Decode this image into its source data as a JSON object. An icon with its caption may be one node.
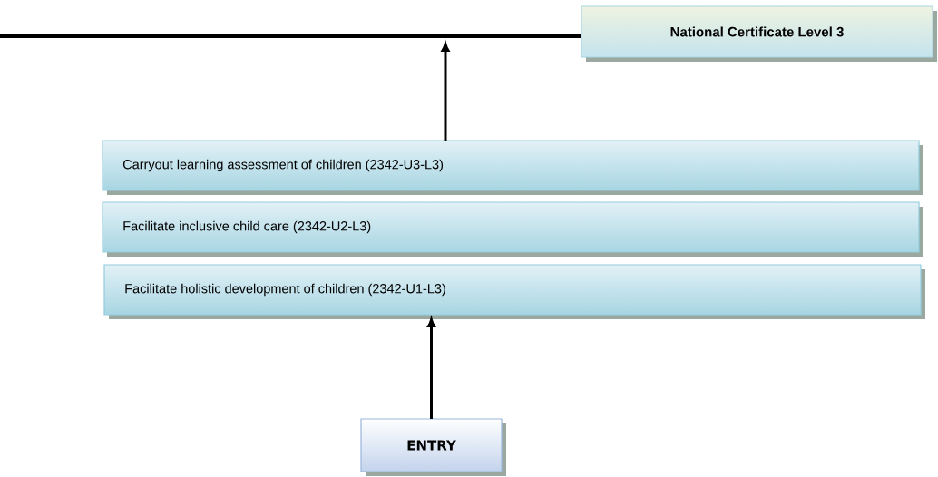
{
  "diagram": {
    "nodes": [
      {
        "text": [
          "National Certificate Level 3"
        ]
      },
      {
        "text": [
          "Carryout learning assessment of children (2342-U3-L3)"
        ]
      },
      {
        "text": [
          "Facilitate inclusive child care (2342-U2-L3)"
        ]
      },
      {
        "text": [
          "Facilitate holistic development of children (2342-U1-L3)"
        ]
      },
      {
        "text": [
          "ENTRY"
        ]
      }
    ],
    "edges": [
      {
        "from": 4,
        "to": 3,
        "arrow": "to"
      },
      {
        "from": 1,
        "to": null,
        "arrow": "to"
      }
    ]
  }
}
